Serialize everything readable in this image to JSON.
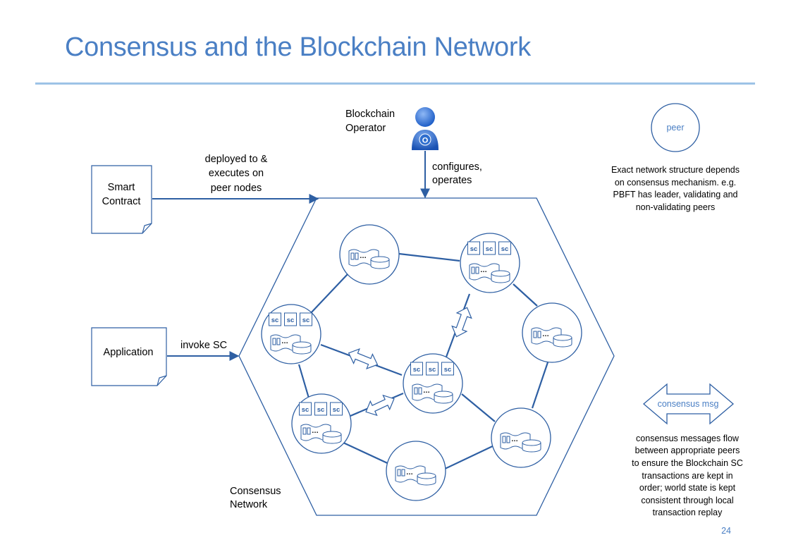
{
  "title": "Consensus and the Blockchain Network",
  "operator": {
    "label_line1": "Blockchain",
    "label_line2": "Operator",
    "icon": "person-icon",
    "badge": "O"
  },
  "operator_arrow": {
    "line1": "configures,",
    "line2": "operates"
  },
  "smart_contract": {
    "line1": "Smart",
    "line2": "Contract"
  },
  "deploy_arrow": {
    "line1": "deployed to &",
    "line2": "executes on",
    "line3": "peer nodes"
  },
  "application": {
    "label": "Application"
  },
  "invoke_arrow": {
    "label": "invoke SC"
  },
  "network_label": {
    "line1": "Consensus",
    "line2": "Network"
  },
  "sc_label": "sc",
  "ellipsis": "…",
  "legend": {
    "peer": "peer",
    "peer_note": [
      "Exact network structure depends",
      "on consensus  mechanism.  e.g.",
      "PBFT has leader,  validating and",
      "non-validating peers"
    ],
    "msg": "consensus msg",
    "msg_note": [
      "consensus messages  flow",
      "between  appropriate peers",
      "to ensure  the Blockchain SC",
      "transactions are  kept in",
      "order; world state is kept",
      "consistent through local",
      "transaction replay"
    ]
  },
  "page_number": "24",
  "colors": {
    "title": "#4a7fc4",
    "node_stroke": "#2e5fa3",
    "rule": "#9dc3e6",
    "icon": "#2f6fcf"
  }
}
